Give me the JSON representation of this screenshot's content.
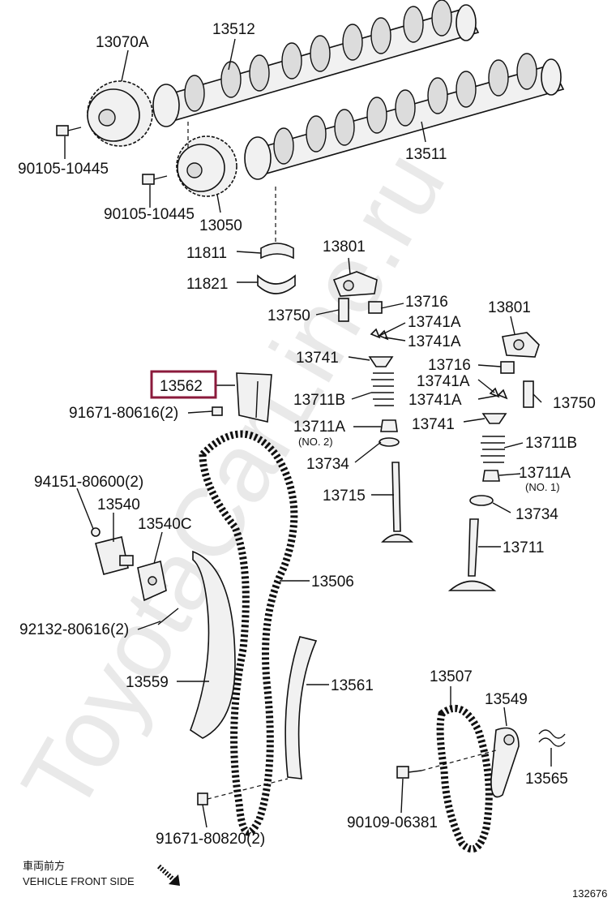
{
  "watermark": "ToyotaCarLine.ru",
  "highlight_color": "#8b1a3b",
  "labels": {
    "p13070A": "13070A",
    "p13512": "13512",
    "p90105a": "90105-10445",
    "p90105b": "90105-10445",
    "p13050": "13050",
    "p13511": "13511",
    "p11811": "11811",
    "p11821": "11821",
    "p13801a": "13801",
    "p13750a": "13750",
    "p13716a": "13716",
    "p13741Aa": "13741A",
    "p13741Ab": "13741A",
    "p13741a": "13741",
    "p13711Ba": "13711B",
    "p13711Aa": "13711A",
    "p13711Aa_note": "(NO. 2)",
    "p13734a": "13734",
    "p13715": "13715",
    "p13801b": "13801",
    "p13716b": "13716",
    "p13741Ac": "13741A",
    "p13741Ad": "13741A",
    "p13750b": "13750",
    "p13741b": "13741",
    "p13711Bb": "13711B",
    "p13711Ab": "13711A",
    "p13711Ab_note": "(NO. 1)",
    "p13734b": "13734",
    "p13711": "13711",
    "p13562": "13562",
    "p91671a": "91671-80616(2)",
    "p94151": "94151-80600(2)",
    "p13540": "13540",
    "p13540C": "13540C",
    "p13506": "13506",
    "p92132": "92132-80616(2)",
    "p13559": "13559",
    "p13561": "13561",
    "p13507": "13507",
    "p13549": "13549",
    "p13565": "13565",
    "p90109": "90109-06381",
    "p91671b": "91671-80820(2)"
  },
  "footer": {
    "front_jp": "車両前方",
    "front_en": "VEHICLE FRONT SIDE",
    "diagram_no": "132676"
  }
}
